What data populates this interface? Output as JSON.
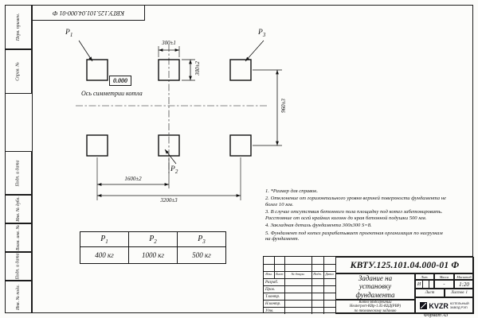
{
  "sheet": {
    "stamp_top": "КВТУ.125.101.04.000-01 Ф",
    "format_label": "Формат А3",
    "side_labels": [
      "Перв. примен.",
      "Справ. №",
      "Подп. и дата",
      "Инв. № дубл.",
      "Взам. инв. №",
      "Подп. и дата",
      "Инв. № подл."
    ]
  },
  "drawing": {
    "labels": {
      "p1": {
        "base": "P",
        "sub": "1"
      },
      "p2": {
        "base": "P",
        "sub": "2"
      },
      "p3": {
        "base": "P",
        "sub": "3"
      }
    },
    "elevation": "0.000",
    "axis_label": "Ось симметрии котла",
    "dims": {
      "top_width": "300±1",
      "side_height": "300±2",
      "row_spacing": "960±3",
      "half_span": "1600±2",
      "full_span": "3200±3"
    }
  },
  "notes": [
    "1. *Размер для справок.",
    "2. Отклонение от горизонтального уровня верхней поверхности фундамента не более 10 мм.",
    "3. В случае отсутствия бетонного пола площадку под котел забетонировать. Расстояние от осей крайних колонн до края бетонной подушки 500 мм.",
    "4. Закладная деталь фундамента 300х300 S=8.",
    "5. Фундамент под котел разрабатывает проектная организация по нагрузкам на фундамент."
  ],
  "load_table": {
    "headers": [
      {
        "base": "P",
        "sub": "1"
      },
      {
        "base": "P",
        "sub": "2"
      },
      {
        "base": "P",
        "sub": "3"
      }
    ],
    "values": [
      "400 кг",
      "1000 кг",
      "500 кг"
    ]
  },
  "title_block": {
    "doc_number": "КВТУ.125.101.04.000-01 Ф",
    "title": "Задание на установку фундамента",
    "subtitle_lines": [
      "Котел Водогрейный",
      "Heaterport-КВр-1.45-КБД(РВР)",
      "по техническому заданию"
    ],
    "rev_columns": [
      "Изм.",
      "Лист",
      "№ докум.",
      "Подп.",
      "Дата"
    ],
    "sign_rows": [
      "Разраб.",
      "Пров.",
      "Т.контр.",
      "Н.контр.",
      "Утв."
    ],
    "lit_label": "Лит.",
    "lit_value": "И",
    "mass_label": "Масса",
    "mass_value": "-",
    "scale_label": "Масштаб",
    "scale_value": "1:20",
    "sheet_label": "Лист",
    "sheets_label": "Листов",
    "sheets_value": "1",
    "logo_text": "KVZR",
    "company_lines": [
      "КОТЕЛЬНЫЙ",
      "ЗАВОД РЭП"
    ]
  }
}
